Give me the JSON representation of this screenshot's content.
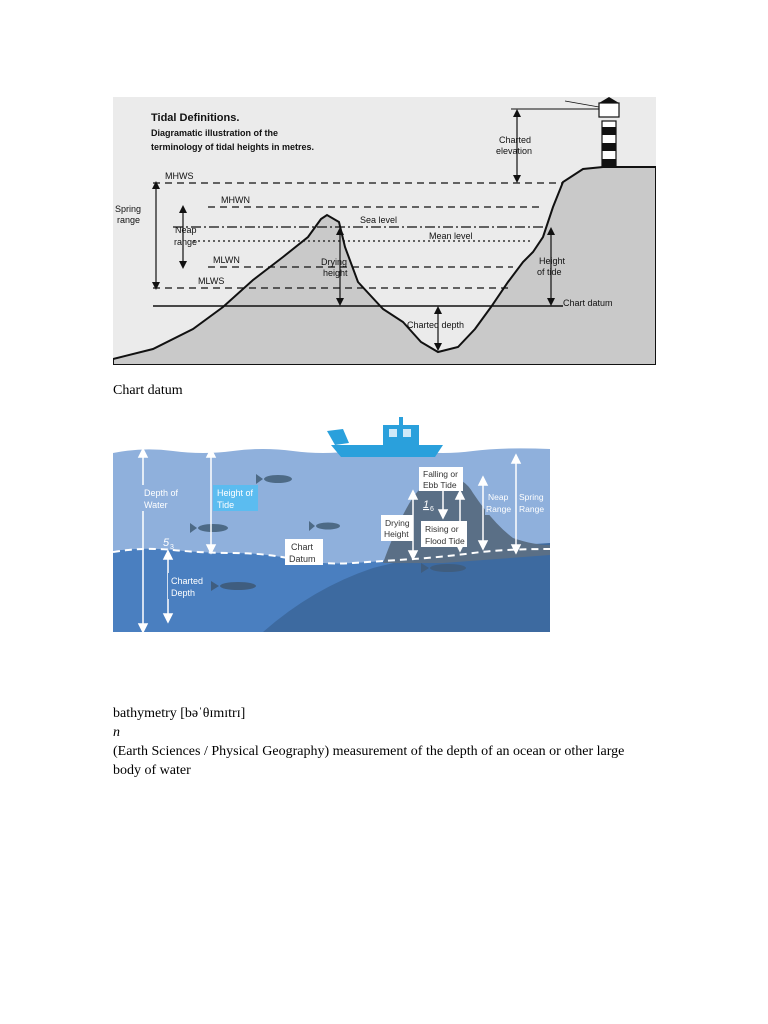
{
  "diagram_tidal": {
    "title": "Tidal Definitions.",
    "subtitle_line1": "Diagramatic illustration of the",
    "subtitle_line2": "terminology of tidal heights in metres.",
    "labels": {
      "mhws": "MHWS",
      "mhwn": "MHWN",
      "mlwn": "MLWN",
      "mlws": "MLWS",
      "spring_range_1": "Spring",
      "spring_range_2": "range",
      "neap_range_1": "Neap",
      "neap_range_2": "range",
      "sea_level": "Sea level",
      "mean_level": "Mean level",
      "drying_height_1": "Drying",
      "drying_height_2": "height",
      "charted_depth": "Charted depth",
      "charted_elevation_1": "Charted",
      "charted_elevation_2": "elevation",
      "height_of_tide_1": "Height",
      "height_of_tide_2": "of tide",
      "chart_datum": "Chart datum"
    }
  },
  "caption": "Chart datum",
  "diagram_chart_datum": {
    "labels": {
      "depth_of_water_1": "Depth of",
      "depth_of_water_2": "Water",
      "height_of_tide_1": "Height of",
      "height_of_tide_2": "Tide",
      "falling_tide_1": "Falling or",
      "falling_tide_2": "Ebb Tide",
      "neap_range_1": "Neap",
      "neap_range_2": "Range",
      "spring_range_1": "Spring",
      "spring_range_2": "Range",
      "drying_height_1": "Drying",
      "drying_height_2": "Height",
      "rising_tide_1": "Rising or",
      "rising_tide_2": "Flood Tide",
      "chart_datum_1": "Chart",
      "chart_datum_2": "Datum",
      "charted_depth_1": "Charted",
      "charted_depth_2": "Depth",
      "sounding_5": "5",
      "sounding_5_sub": "3",
      "sounding_1": "1",
      "sounding_1_sub": "6"
    },
    "colors": {
      "sky_water": "#8fb0dc",
      "deep_water": "#4a7fc0",
      "seabed": "#3d6aa0",
      "rock": "#5a6f86",
      "boat": "#2aa0dc",
      "highlight": "#5bbcf0"
    }
  },
  "definition": {
    "headword": "bathymetry [bəˈθɪmɪtrɪ]",
    "pos": "n",
    "text": "(Earth Sciences / Physical Geography) measurement of the depth of an ocean or other large body of water"
  }
}
